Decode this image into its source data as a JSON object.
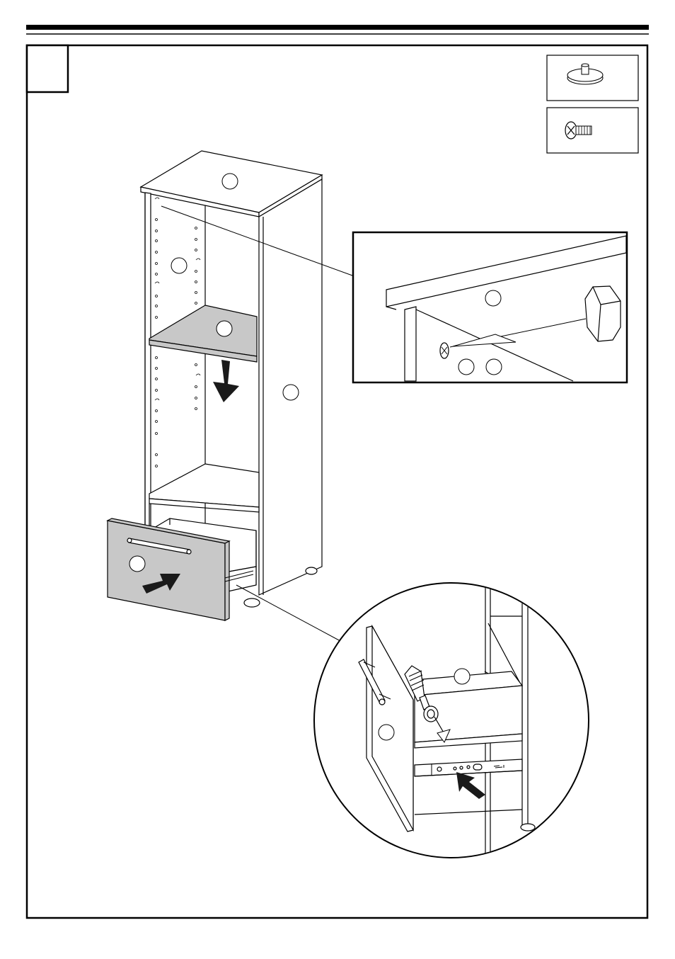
{
  "step": {
    "number": ""
  },
  "hardware": [
    {
      "icon": "cam-dowel-icon",
      "quantity": ""
    },
    {
      "icon": "screw-icon",
      "quantity": ""
    }
  ],
  "callouts": [
    "",
    "",
    "",
    "",
    "",
    "",
    "",
    "",
    "",
    ""
  ],
  "arrows": [
    "shelf-insert-arrow",
    "drawer-insert-arrow",
    "detail-rail-arrow"
  ],
  "colors": {
    "line": "#000000",
    "panel_fill": "#c8c8c8",
    "background": "#ffffff"
  }
}
